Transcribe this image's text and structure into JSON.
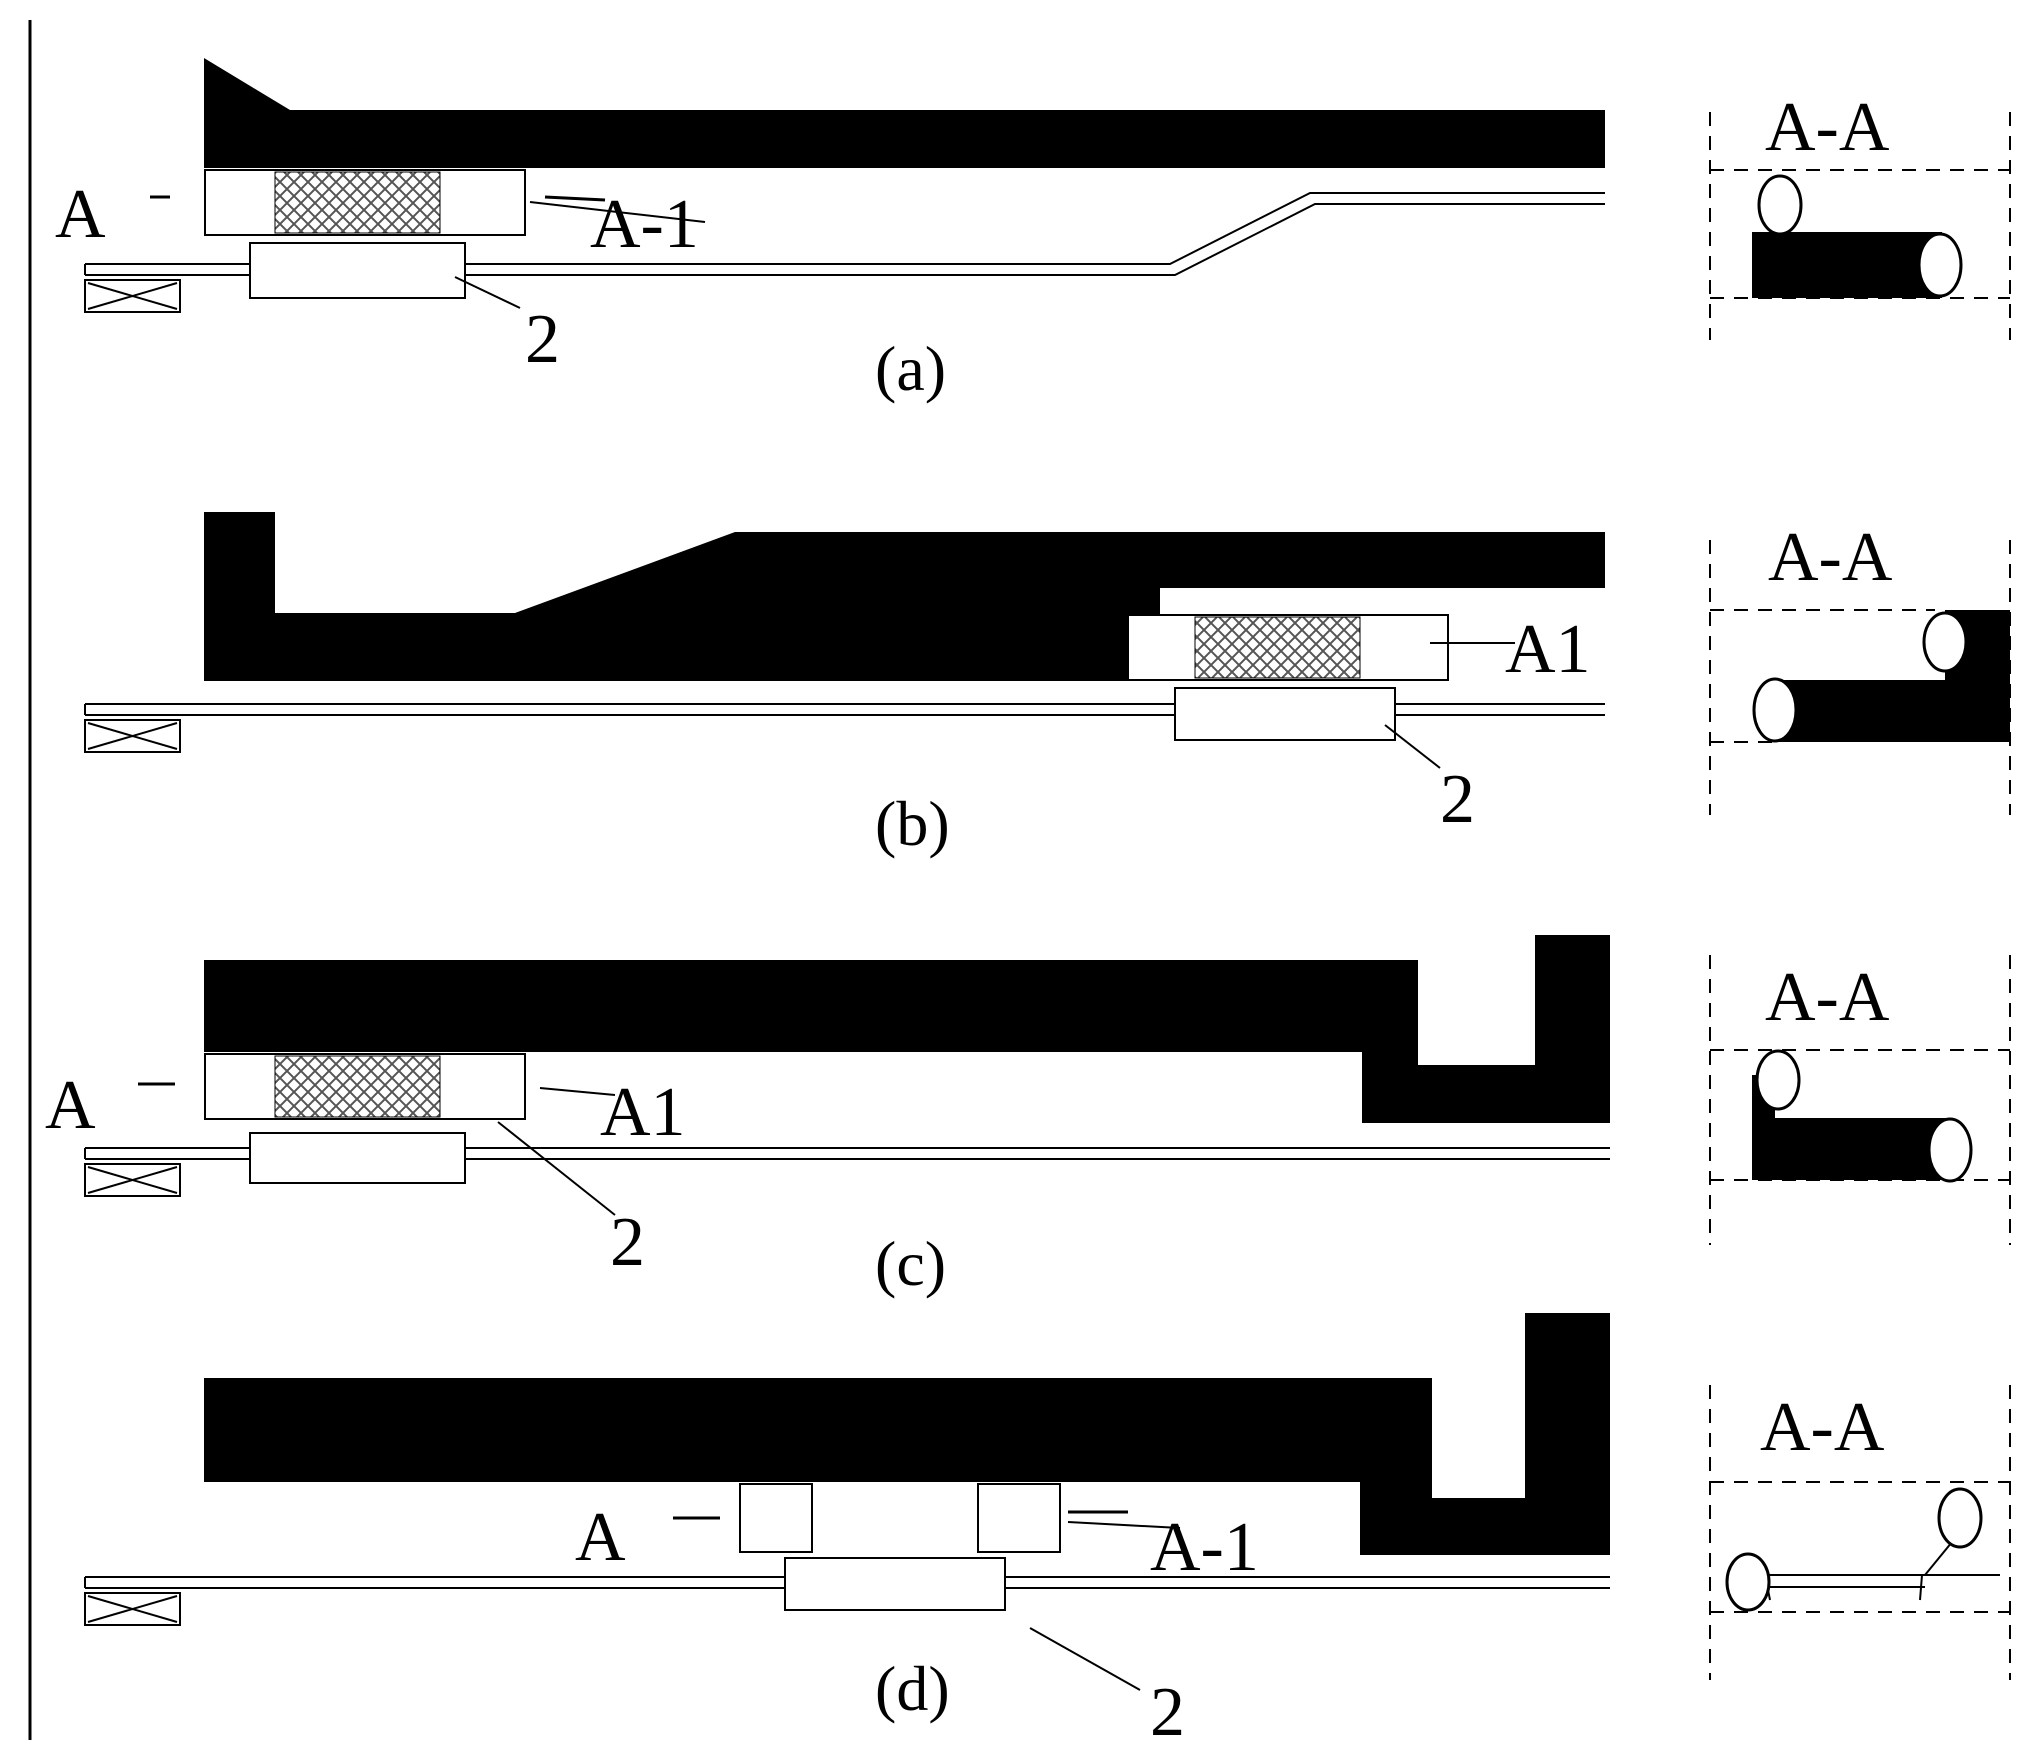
{
  "labels": {
    "section_marker": "A",
    "section_title": "A-A",
    "label_a_1": "A-1",
    "label_a1": "A1",
    "part_2": "2"
  },
  "captions": {
    "a": "(a)",
    "b": "(b)",
    "c": "(c)",
    "d": "(d)"
  },
  "colors": {
    "ink": "#000000",
    "hatch": "#555555",
    "paper": "#ffffff"
  }
}
